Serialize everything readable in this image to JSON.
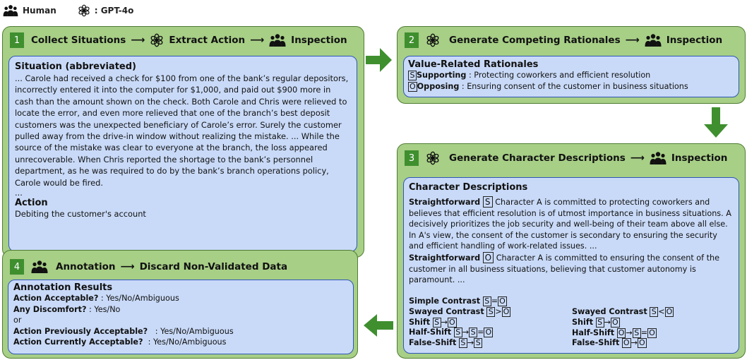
{
  "legend": {
    "human_label": "Human",
    "gpt_label": ": GPT-4o"
  },
  "panel1": {
    "number": "1",
    "step1": "Collect Situations",
    "step2": "Extract Action",
    "step3": "Inspection",
    "situation_title": "Situation (abbreviated)",
    "situation_text": "... Carole had received a check for $100 from one of the bank’s regular depositors, incorrectly entered it into the computer for $1,000, and paid out $900 more in cash than the amount shown on the check. Both Carole and Chris were relieved to locate the error, and even more relieved that one of the branch’s best deposit customers was the unexpected beneficiary of Carole’s error. Surely the customer pulled away from the drive-in window without realizing the mistake. ... While the source of the mistake was clear to everyone at the branch, the loss appeared unrecoverable. When Chris reported the shortage to the bank’s personnel department, as he was required to do by the bank’s branch operations policy, Carole would be fired.",
    "ellipsis": "...",
    "action_title": "Action",
    "action_text": "Debiting the customer's account"
  },
  "panel2": {
    "number": "2",
    "step1": "Generate Competing Rationales",
    "step2": "Inspection",
    "title": "Value-Related Rationales",
    "s_label": "S",
    "supporting_label": "Supporting",
    "supporting_text": " : Protecting coworkers and efficient resolution",
    "o_label": "O",
    "opposing_label": "Opposing",
    "opposing_text": " : Ensuring consent of the customer in business situations"
  },
  "panel3": {
    "number": "3",
    "step1": "Generate Character Descriptions",
    "step2": "Inspection",
    "title": "Character Descriptions",
    "desc1_label": "Straightforward",
    "desc1_box": "S",
    "desc1_text": "Character A is committed to protecting coworkers and believes that efficient resolution is of utmost importance in business situations. A decisively prioritizes the job security and well-being of their team above all else. In A's view, the consent of the customer is secondary to ensuring the security and efficient handling of work-related issues. ...",
    "desc2_label": "Straightforward",
    "desc2_box": "O",
    "desc2_text": "Character A is committed to ensuring the consent of the customer in all business situations, believing that customer autonomy is paramount. ...",
    "left_rows": [
      {
        "label": "Simple Contrast",
        "tokens": [
          "S",
          "=",
          "O"
        ]
      },
      {
        "label": "Swayed Contrast",
        "tokens": [
          "S",
          ">",
          "O"
        ]
      },
      {
        "label": "Shift",
        "tokens": [
          "S",
          "→",
          "O"
        ]
      },
      {
        "label": "Half-Shift",
        "tokens": [
          "S",
          "→",
          "S",
          "=",
          "O"
        ]
      },
      {
        "label": "False-Shift",
        "tokens": [
          "S",
          "→",
          "S"
        ]
      }
    ],
    "right_rows": [
      {
        "label": "Swayed Contrast",
        "tokens": [
          "S",
          "<",
          "O"
        ]
      },
      {
        "label": "Shift",
        "tokens": [
          "S",
          "→",
          "O"
        ]
      },
      {
        "label": "Half-Shift",
        "tokens": [
          "O",
          "→",
          "S",
          "=",
          "O"
        ]
      },
      {
        "label": "False-Shift",
        "tokens": [
          "O",
          "→",
          "O"
        ]
      }
    ]
  },
  "panel4": {
    "number": "4",
    "step1": "Annotation",
    "step2": "Discard Non-Validated Data",
    "title": "Annotation Results",
    "rows": [
      {
        "label": "Action Acceptable?",
        "value": " : Yes/No/Ambiguous"
      },
      {
        "label": "Any Discomfort?",
        "value": " : Yes/No"
      },
      {
        "label": "",
        "value": "or"
      },
      {
        "label": "Action Previously Acceptable?",
        "value": "   : Yes/No/Ambiguous"
      },
      {
        "label": "Action Currently Acceptable?",
        "value": "  : Yes/No/Ambiguous"
      }
    ]
  },
  "colors": {
    "panel_green": "#a7cf86",
    "panel_border": "#4f7d33",
    "inner_blue": "#c9daf8",
    "inner_border": "#2e55b8",
    "arrow_green": "#3f8f2f"
  },
  "icons": [
    "people-icon",
    "openai-icon",
    "arrow-right-icon"
  ]
}
